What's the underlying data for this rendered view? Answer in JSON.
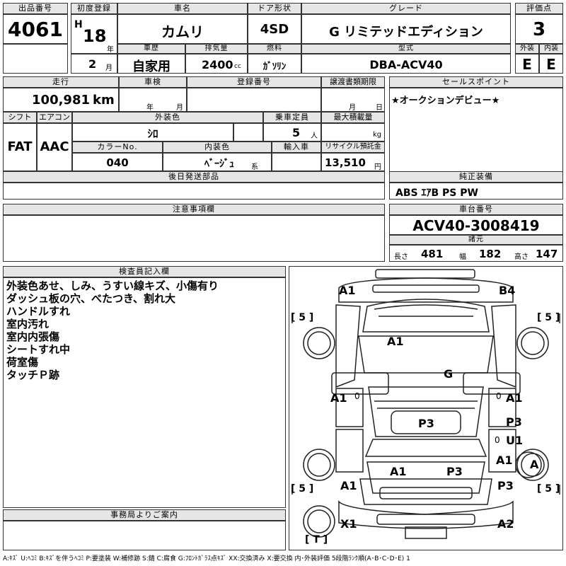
{
  "lot": {
    "label": "出品番号",
    "value": "4061"
  },
  "first_reg": {
    "label": "初度登録",
    "era": "H",
    "year": "18",
    "year_unit": "年",
    "month": "2",
    "month_unit": "月"
  },
  "car_name": {
    "label": "車名",
    "value": "カムリ"
  },
  "door": {
    "label": "ドア形状",
    "value": "4SD"
  },
  "grade": {
    "label": "グレード",
    "value": "G リミテッドエディション"
  },
  "score": {
    "label": "評価点",
    "value": "3"
  },
  "history": {
    "label": "車歴",
    "value": "自家用"
  },
  "displacement": {
    "label": "排気量",
    "value": "2400",
    "unit": "cc"
  },
  "fuel": {
    "label": "燃料",
    "value": "ｶﾞｿﾘﾝ"
  },
  "model": {
    "label": "型式",
    "value": "DBA-ACV40"
  },
  "ext_grade": {
    "label": "外装",
    "value": "E"
  },
  "int_grade": {
    "label": "内装",
    "value": "E"
  },
  "mileage": {
    "label": "走行",
    "value": "100,981",
    "unit": "km"
  },
  "inspection": {
    "label": "車検",
    "year_unit": "年",
    "month_unit": "月"
  },
  "reg_no": {
    "label": "登録番号"
  },
  "transfer": {
    "label": "譲渡書類期限",
    "month_unit": "月",
    "day_unit": "日"
  },
  "sales_point": {
    "label": "セールスポイント",
    "value": "★オークションデビュー★"
  },
  "shift": {
    "label": "シフト",
    "value": "FAT"
  },
  "ac": {
    "label": "エアコン",
    "value": "AAC"
  },
  "ext_color": {
    "label": "外装色",
    "value": "ｼﾛ"
  },
  "capacity": {
    "label": "乗車定員",
    "value": "5",
    "unit": "人"
  },
  "max_load": {
    "label": "最大積載量",
    "unit": "kg"
  },
  "color_no": {
    "label": "カラーNo.",
    "value": "040"
  },
  "int_color": {
    "label": "内装色",
    "value": "ﾍﾞｰｼﾞｭ",
    "unit": "系"
  },
  "import": {
    "label": "輸入車"
  },
  "recycle": {
    "label": "リサイクル預託金",
    "value": "13,510",
    "unit": "円"
  },
  "later_parts": {
    "label": "後日発送部品"
  },
  "equipment": {
    "label": "純正装備",
    "value": "ABS ｴｱB PS PW"
  },
  "caution": {
    "label": "注意事項欄"
  },
  "chassis": {
    "label": "車台番号",
    "value": "ACV40-3008419"
  },
  "dims": {
    "label": "諸元",
    "length_label": "長さ",
    "length": "481",
    "width_label": "幅",
    "width": "182",
    "height_label": "高さ",
    "height": "147"
  },
  "inspector": {
    "label": "検査員記入欄",
    "notes": [
      "外装色あせ、しみ、うすい線キズ、小傷有り",
      "ダッシュ板の穴、べたつき、割れ大",
      "ハンドルすれ",
      "室内汚れ",
      "室内内張傷",
      "シートすれ中",
      "荷室傷",
      "タッチＰ跡"
    ]
  },
  "office": {
    "label": "事務局よりご案内"
  },
  "diagram": {
    "marks": {
      "front_left": "A1",
      "front_right": "B4",
      "hood": "A1",
      "windshield": "G",
      "left_front_door": "A1",
      "right_front_door": "A1",
      "roof": "P3",
      "right_rear_door": "P3",
      "right_rear_door2": "U1",
      "rear_window_left": "A1",
      "rear_window_right": "P3",
      "right_quarter": "A1",
      "right_wheel": "A",
      "left_quarter": "A1",
      "right_rear": "P3",
      "rear_left": "X1",
      "rear_right": "A2",
      "trunk": "T"
    },
    "tires": {
      "fl": "5",
      "fr": "5",
      "rl": "5",
      "rr": "5"
    },
    "zero_marks": {
      "left": "0",
      "right": "0",
      "right_rear": "0"
    }
  },
  "legend": "A:ｷｽﾞ U:ﾍｺﾐ B:ｷｽﾞを伴うﾍｺﾐ P:要塗装 W:補修跡 S:錆 C:腐食 G:ﾌﾛﾝﾄｶﾞﾗｽ点ｷｽﾞ XX:交換済み X:要交換 内･外装評価 5段階ﾗﾝｸ順(A･B･C･D･E) 1"
}
